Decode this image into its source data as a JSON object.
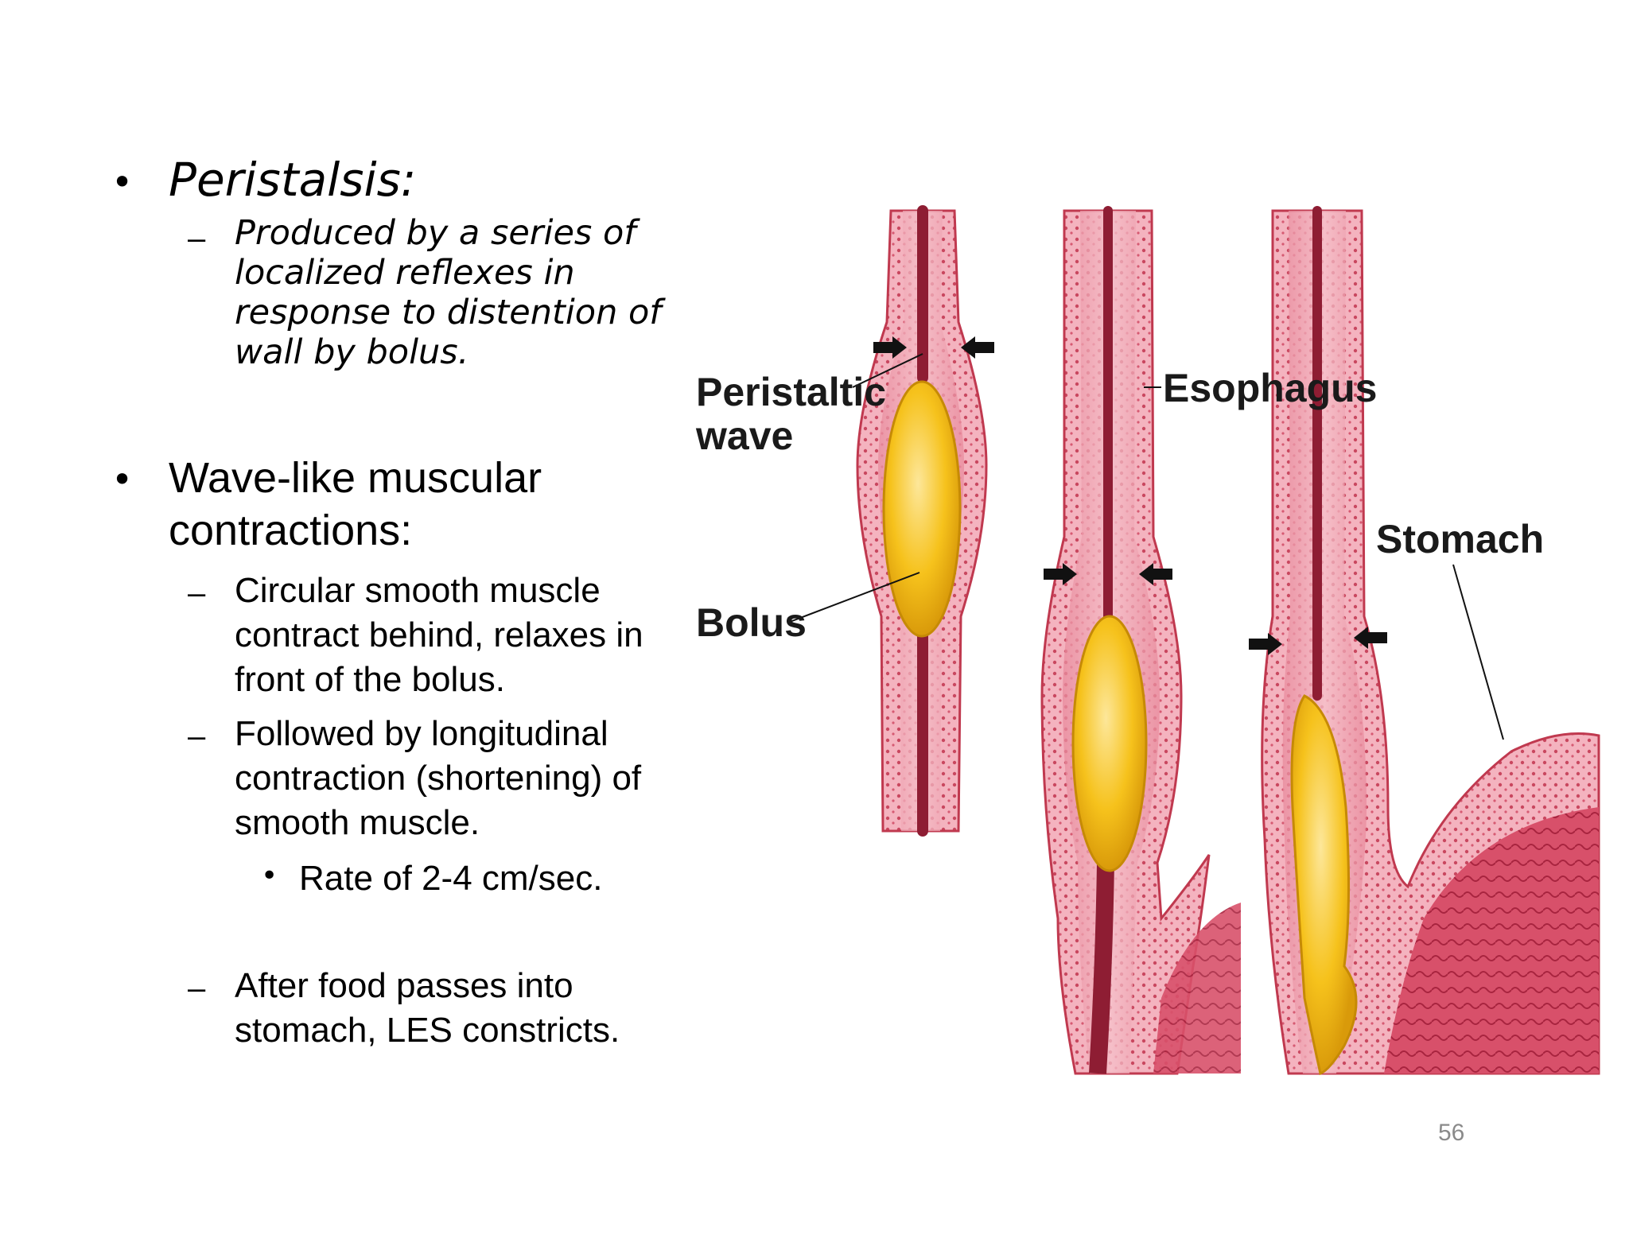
{
  "bullets": {
    "peristalsis": {
      "title": "Peristalsis:",
      "sub1": "Produced by a series of\nlocalized reflexes in\nresponse to distention of\nwall by bolus."
    },
    "wave": {
      "title": "Wave-like muscular\ncontractions:",
      "sub1": "Circular smooth muscle\ncontract behind, relaxes in\nfront of the bolus.",
      "sub2": "Followed by longitudinal\ncontraction (shortening) of\nsmooth muscle.",
      "subsub1": "Rate of 2-4 cm/sec.",
      "sub3": "After food passes into\nstomach, LES constricts."
    }
  },
  "figure": {
    "label_peristaltic_1": "Peristaltic",
    "label_peristaltic_2": "wave",
    "label_esophagus": "Esophagus",
    "label_bolus": "Bolus",
    "label_stomach": "Stomach"
  },
  "colors": {
    "muscle_wall": "#f0a3b0",
    "muscle_dark": "#c0394f",
    "lumen": "#8e1d33",
    "bolus": "#f6c21c",
    "bolus_highlight": "#fde79a",
    "stomach": "#d8506a"
  },
  "page_number": "56"
}
